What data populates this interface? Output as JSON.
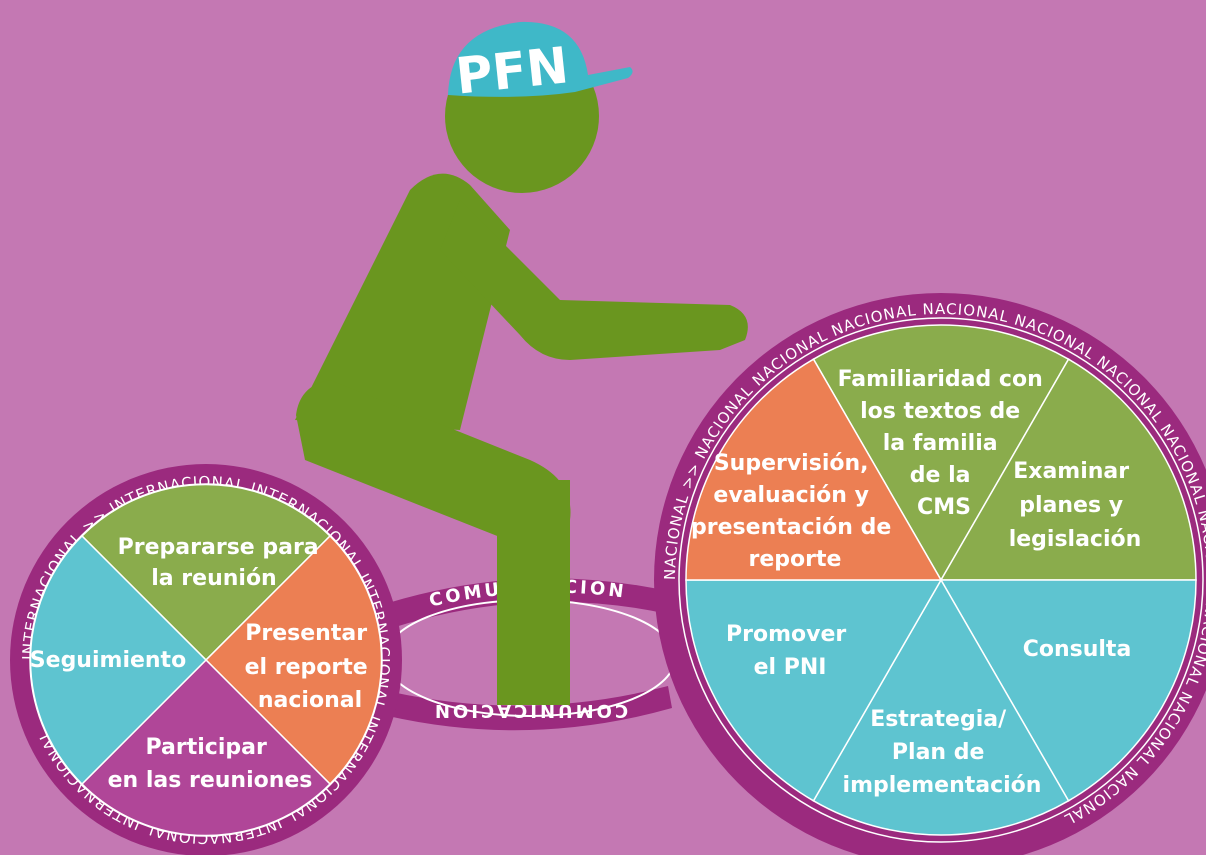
{
  "colors": {
    "background": "#c478b3",
    "figure_green": "#6a961f",
    "segment_green": "#8aac4c",
    "segment_blue": "#5ec4d0",
    "segment_orange": "#ec7f53",
    "segment_purple": "#b04698",
    "ring_purple": "#9b2a7e",
    "cap_blue": "#3fb8c8"
  },
  "cap_label": "PFN",
  "communication": {
    "top": "COMUNICACION",
    "bottom": "COMUNICACION"
  },
  "left_wheel": {
    "ring_text": "INTERNACIONAL  >>  INTERNACIONAL  INTERNACIONAL  INTERNACIONAL  INTERNACIONAL  INTERNACIONAL  INTERNACIONAL",
    "segments": {
      "top": [
        "Prepararse para",
        "la reunión"
      ],
      "right": [
        "Presentar",
        "el reporte",
        "nacional"
      ],
      "bottom": [
        "Participar",
        "en las reuniones"
      ],
      "left": [
        "Seguimiento"
      ]
    }
  },
  "right_wheel": {
    "ring_text": "NACIONAL  >>  NACIONAL  NACIONAL  NACIONAL  NACIONAL  NACIONAL  NACIONAL  NACIONAL  NACIONAL  NACIONAL  NACIONAL  NACIONAL",
    "segments": {
      "familiaridad": [
        "Familiaridad con",
        "los textos de",
        "la familia",
        "de la",
        "CMS"
      ],
      "examinar": [
        "Examinar",
        "planes y",
        "legislación"
      ],
      "consulta": [
        "Consulta"
      ],
      "estrategia": [
        "Estrategia/",
        "Plan de",
        "implementación"
      ],
      "promover": [
        "Promover",
        "el PNI"
      ],
      "supervision": [
        "Supervisión,",
        "evaluación y",
        "presentación de",
        "reporte"
      ]
    }
  }
}
